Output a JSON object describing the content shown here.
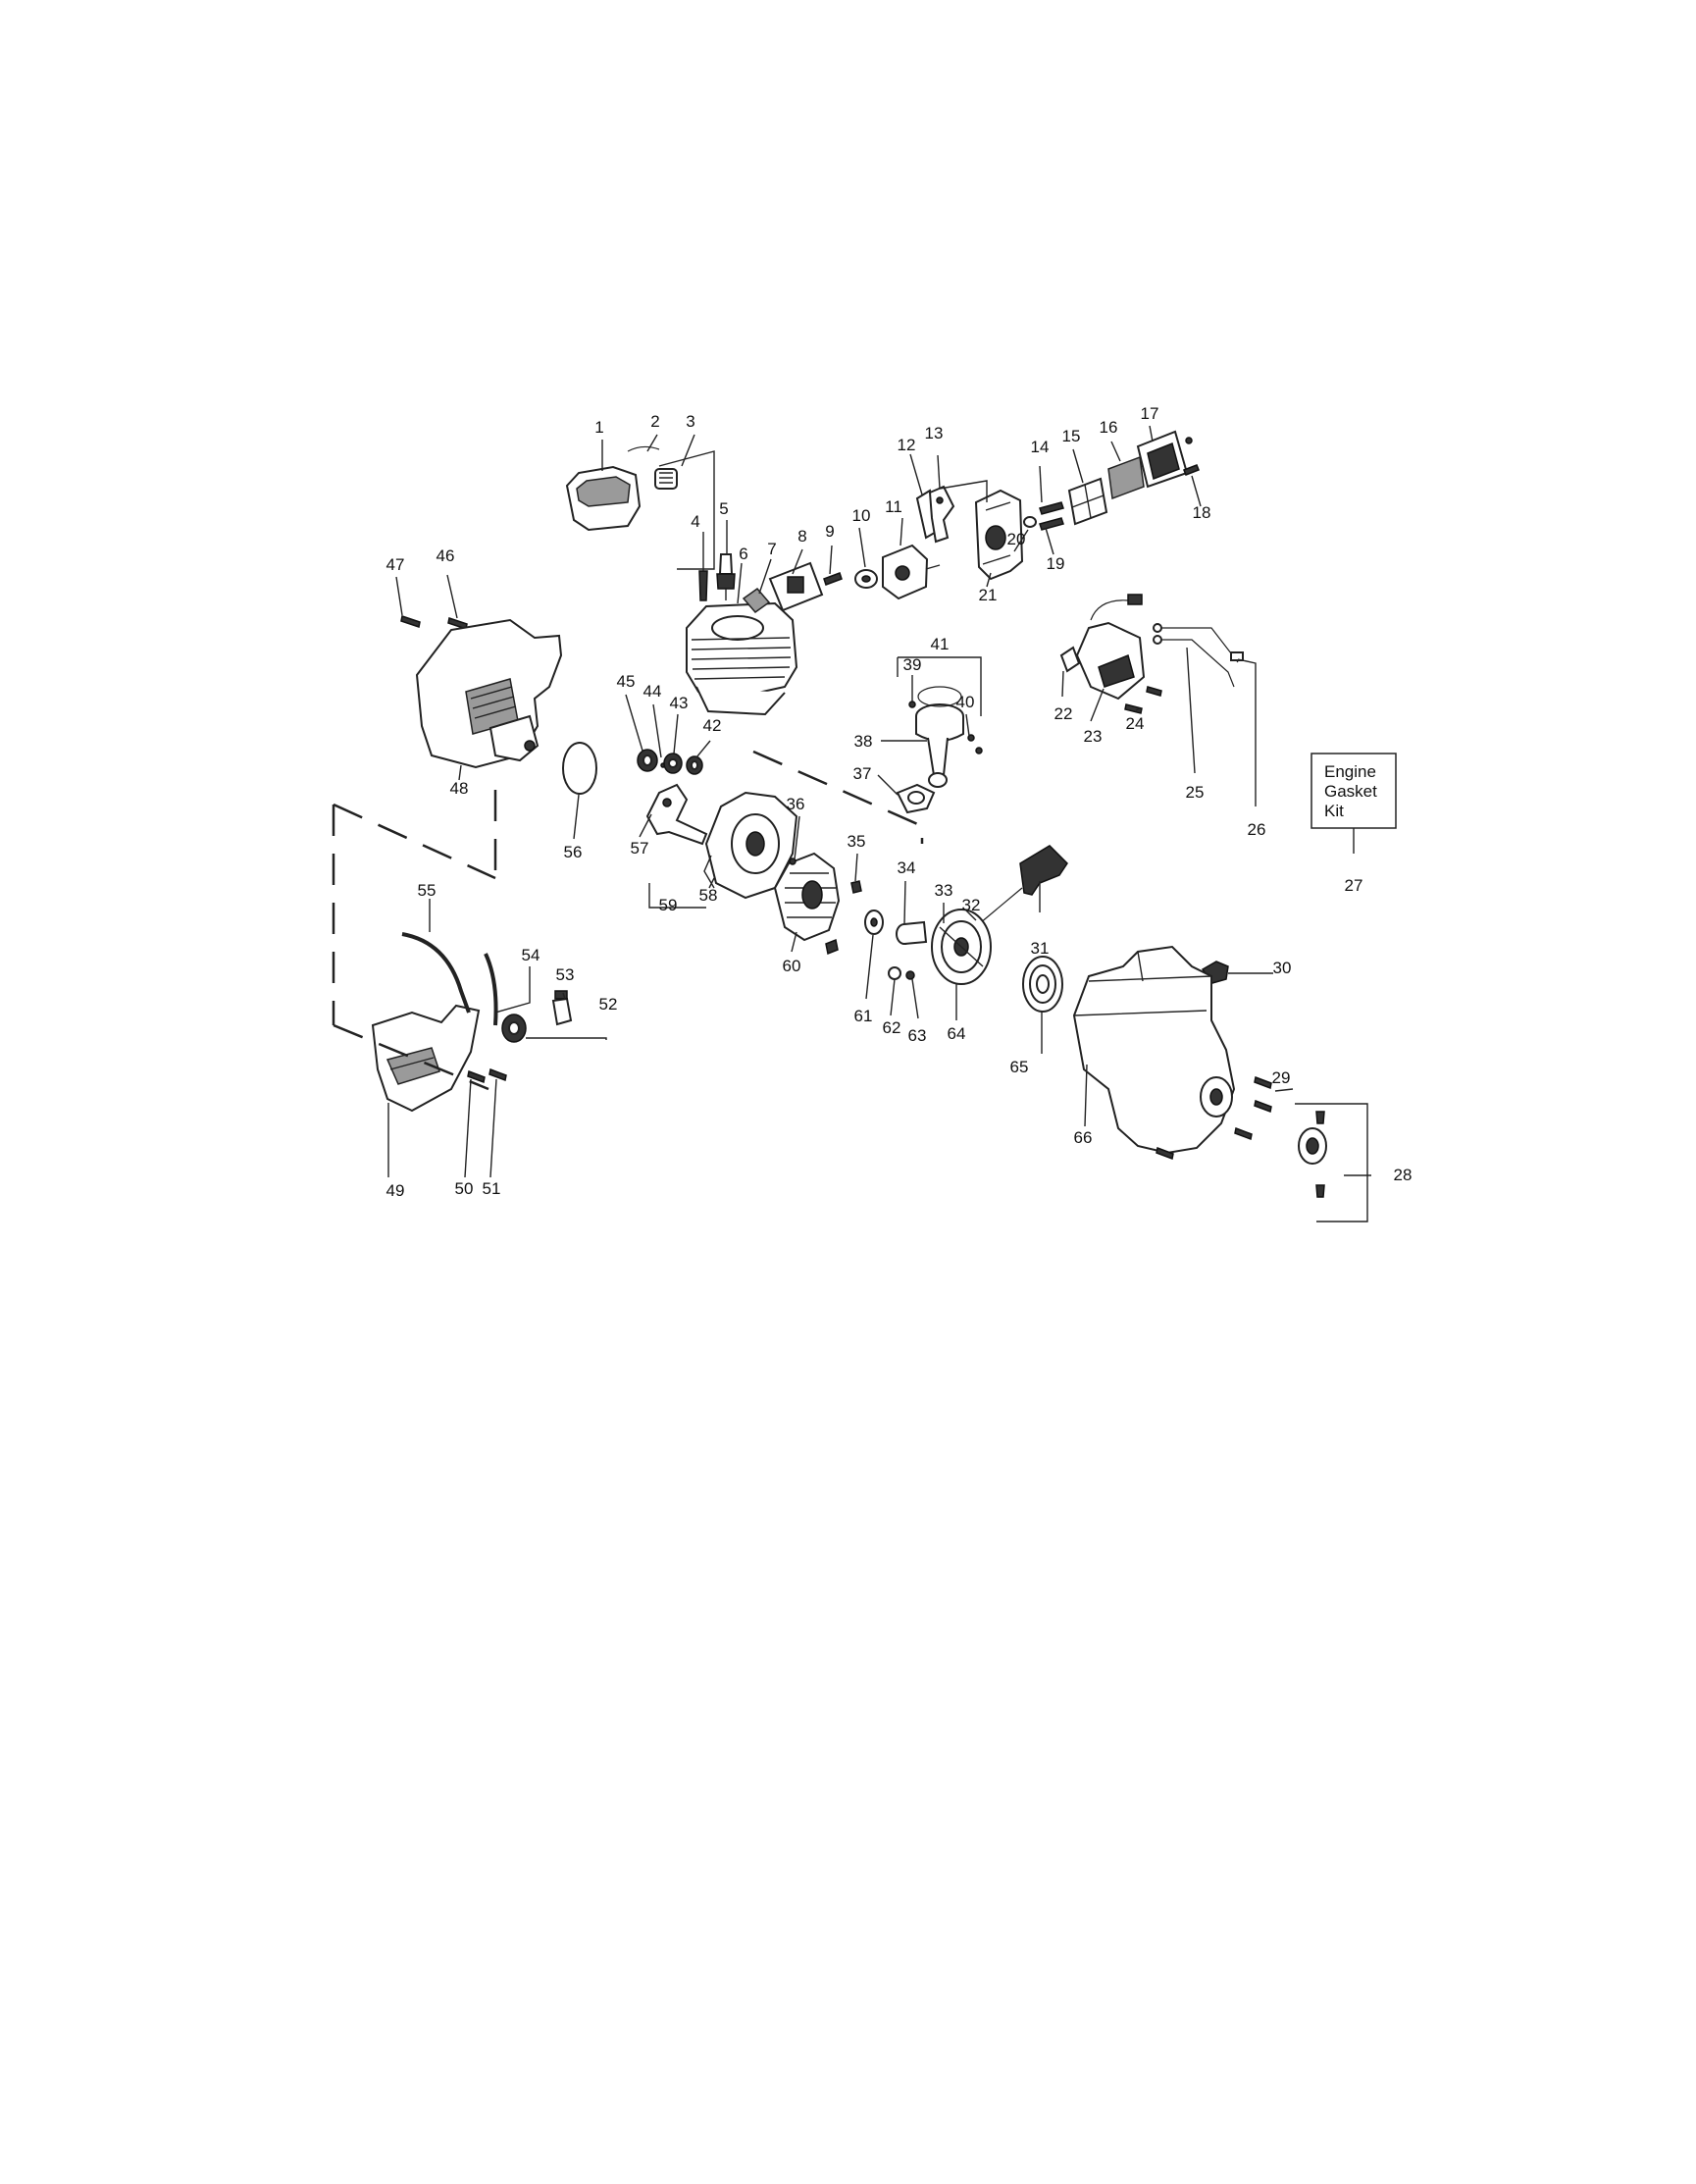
{
  "labels": {
    "l1": "1",
    "l2": "2",
    "l3": "3",
    "l4": "4",
    "l5": "5",
    "l6": "6",
    "l7": "7",
    "l8": "8",
    "l9": "9",
    "l10": "10",
    "l11": "11",
    "l12": "12",
    "l13": "13",
    "l14": "14",
    "l15": "15",
    "l16": "16",
    "l17": "17",
    "l18": "18",
    "l19": "19",
    "l20": "20",
    "l21": "21",
    "l22": "22",
    "l23": "23",
    "l24": "24",
    "l25": "25",
    "l26": "26",
    "l27": "27",
    "l28": "28",
    "l29": "29",
    "l30": "30",
    "l31": "31",
    "l32": "32",
    "l33": "33",
    "l34": "34",
    "l35": "35",
    "l36": "36",
    "l37": "37",
    "l38": "38",
    "l39": "39",
    "l40": "40",
    "l41": "41",
    "l42": "42",
    "l43": "43",
    "l44": "44",
    "l45": "45",
    "l46": "46",
    "l47": "47",
    "l48": "48",
    "l49": "49",
    "l50": "50",
    "l51": "51",
    "l52": "52",
    "l53": "53",
    "l54": "54",
    "l55": "55",
    "l56": "56",
    "l57": "57",
    "l58": "58",
    "l59": "59",
    "l60": "60",
    "l61": "61",
    "l62": "62",
    "l63": "63",
    "l64": "64",
    "l65": "65",
    "l66": "66"
  },
  "kit_box": {
    "line1": "Engine",
    "line2": "Gasket",
    "line3": "Kit"
  }
}
